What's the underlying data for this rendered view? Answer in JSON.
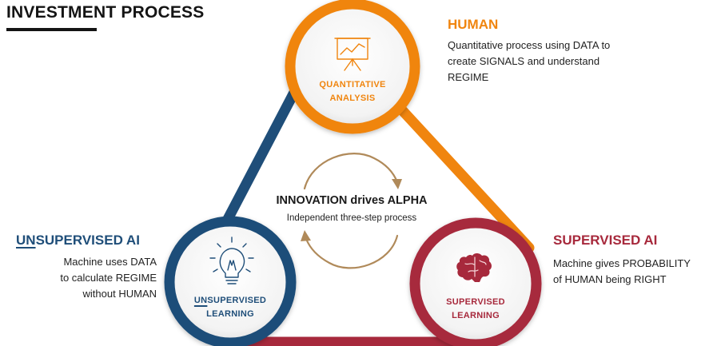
{
  "title": "INVESTMENT PROCESS",
  "colors": {
    "human": "#f0850f",
    "unsupervised": "#1f4e79",
    "supervised": "#a7293c",
    "arrows": "#b08a5a"
  },
  "center": {
    "title": "INNOVATION drives ALPHA",
    "subtitle": "Independent three-step process"
  },
  "nodes": {
    "human": {
      "heading": "HUMAN",
      "description": [
        "Quantitative process using DATA to",
        "create SIGNALS and understand",
        "REGIME"
      ],
      "circle_label": [
        "QUANTITATIVE",
        "ANALYSIS"
      ],
      "icon": "chart-presentation-icon"
    },
    "unsupervised": {
      "heading_underlined": "UN",
      "heading_rest": "SUPERVISED AI",
      "description": [
        "Machine uses DATA",
        "to calculate REGIME",
        "without HUMAN"
      ],
      "circle_label_underlined": "UN",
      "circle_label_rest": "SUPERVISED",
      "circle_label_line2": "LEARNING",
      "icon": "lightbulb-icon"
    },
    "supervised": {
      "heading": "SUPERVISED AI",
      "description": [
        "Machine gives PROBABILITY",
        "of HUMAN being RIGHT"
      ],
      "circle_label": [
        "SUPERVISED",
        "LEARNING"
      ],
      "icon": "brain-icon"
    }
  }
}
